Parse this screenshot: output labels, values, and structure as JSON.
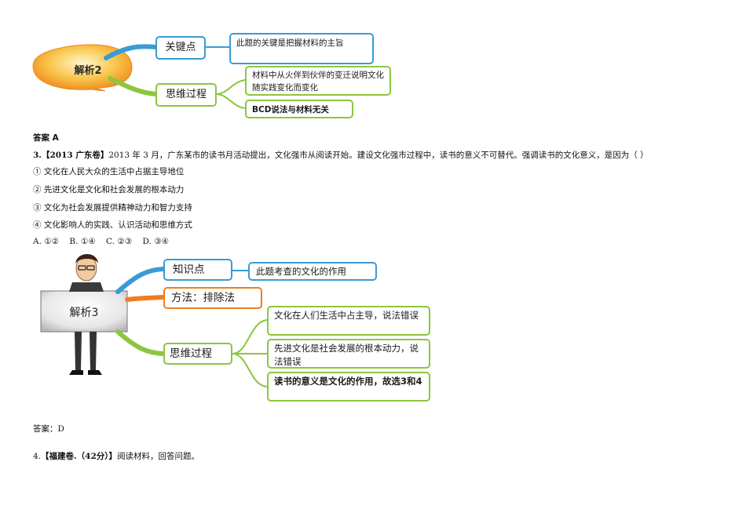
{
  "diagram2": {
    "center": "解析2",
    "key_point": "关键点",
    "key_point_detail": "此题的关键是把握材料的主旨",
    "thinking": "思维过程",
    "thinking_detail_1": "材料中从火伴到伙伴的变迁说明文化随实践变化而变化",
    "thinking_detail_2": "BCD说法与材料无关"
  },
  "answer2": "答案 A",
  "question3": {
    "number": "3.",
    "source": "【2013 广东卷】",
    "stem": "2013 年 3 月，广东某市的读书月活动提出，文化强市从阅读开始。建设文化强市过程中，读书的意义不可替代。强调读书的文化意义，是因为（  ）",
    "items": [
      "① 文化在人民大众的生活中占据主导地位",
      "② 先进文化是文化和社会发展的根本动力",
      "③ 文化为社会发展提供精神动力和智力支持",
      "④ 文化影响人的实践、认识活动和思维方式"
    ],
    "options": "A. ①②    B. ①④    C. ②③    D. ③④"
  },
  "diagram3": {
    "center": "解析3",
    "knowledge": "知识点",
    "knowledge_detail": "此题考查的文化的作用",
    "method": "方法：排除法",
    "thinking": "思维过程",
    "thinking_detail_1": "文化在人们生活中占主导，说法错误",
    "thinking_detail_2": "先进文化是社会发展的根本动力，说法错误",
    "thinking_detail_3": "读书的意义是文化的作用，故选3和4"
  },
  "answer3": "答案：D",
  "question4": {
    "number": "4.",
    "source": "【福建卷.（42分）】",
    "stem": "阅读材料，回答问题。"
  },
  "colors": {
    "blue": "#3a9bd4",
    "green": "#8cc63f",
    "orange": "#f07d1f",
    "bubble": "#f5a623"
  }
}
